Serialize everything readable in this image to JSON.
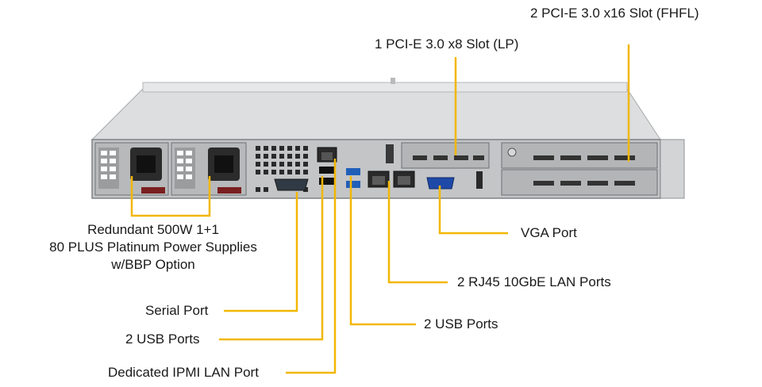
{
  "labels": {
    "psu_line1": "Redundant 500W 1+1",
    "psu_line2": "80 PLUS Platinum Power Supplies",
    "psu_line3": "w/BBP Option",
    "serial": "Serial Port",
    "usb_left": "2 USB Ports",
    "ipmi": "Dedicated IPMI LAN Port",
    "usb_right": "2 USB Ports",
    "lan": "2 RJ45 10GbE LAN Ports",
    "vga": "VGA Port",
    "pcie_lp": "1 PCI-E 3.0 x8 Slot (LP)",
    "pcie_fhfl": "2 PCI-E 3.0 x16 Slot (FHFL)"
  },
  "colors": {
    "leader": "#f2b705",
    "chassis": "#c9cbcc",
    "chassis_dark": "#8e9193"
  }
}
